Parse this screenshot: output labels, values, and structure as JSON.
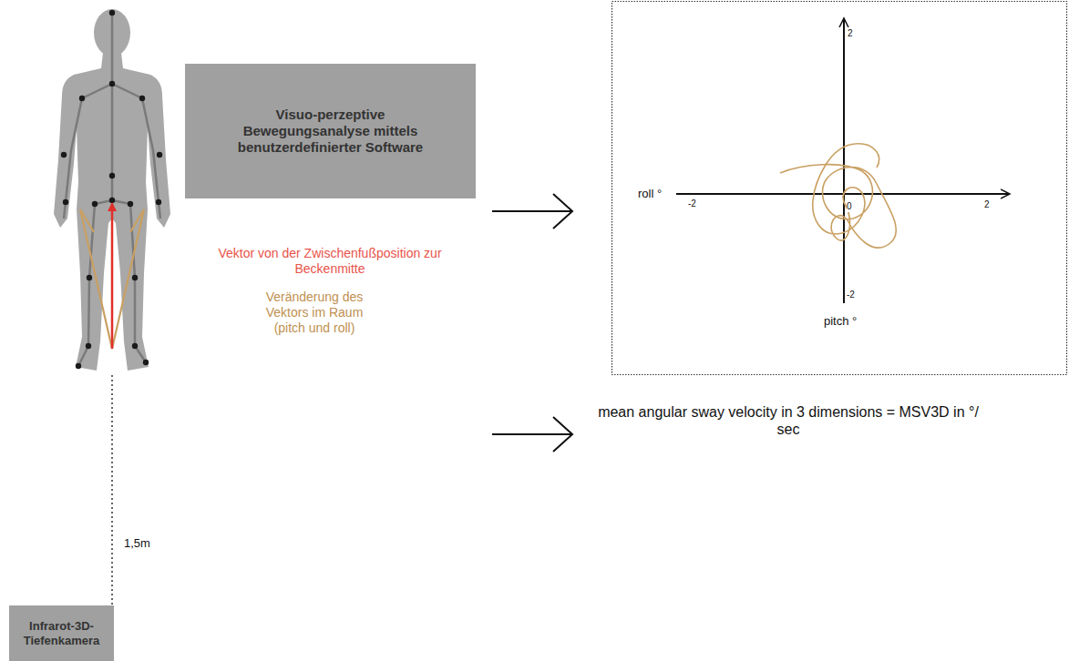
{
  "diagram": {
    "nodes": [
      {
        "text": [
          "Visuo-perzeptive Bewegungsanalyse mittels benutzerdefinierter Software"
        ]
      },
      {
        "text": [
          "Infrarot-3D- Tiefenkamera"
        ]
      }
    ],
    "labels": [
      "Vektor von der Zwischenfußposition zur Beckenmitte",
      "Veränderung des Vektors im Raum (pitch und roll)",
      "roll °",
      "-2",
      "2",
      "0",
      "2",
      "-2",
      "pitch °",
      "mean angular sway velocity in 3 dimensions = MSV3D in °/ sec",
      "1,5m"
    ]
  }
}
